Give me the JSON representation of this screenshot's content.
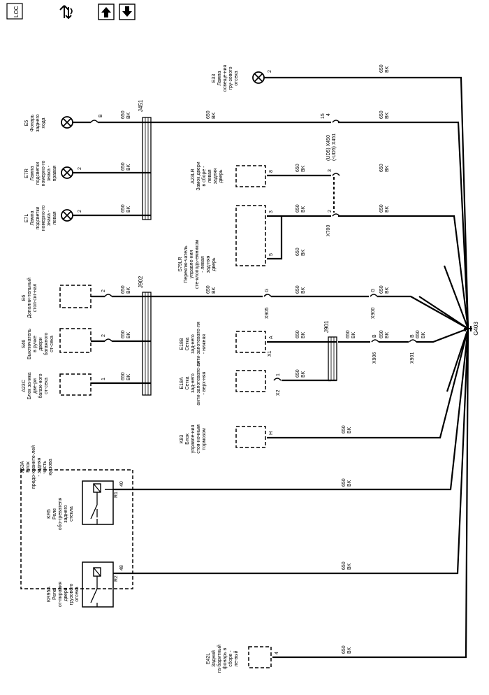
{
  "toolbar": {
    "loc_icon_text": "LOC",
    "icons": [
      "locator-icon",
      "flow-icon",
      "page-up-arrow-icon",
      "page-down-arrow-icon"
    ]
  },
  "ground": "G403",
  "wire": {
    "code": "650",
    "color": "BK"
  },
  "components": {
    "E33": {
      "ref": "E33",
      "name": "Лампа освеще-ния гру-зового отсека",
      "pin": "2"
    },
    "E5": {
      "ref": "E5",
      "name": "Фонарь заднего хода",
      "pin": "B"
    },
    "E7R": {
      "ref": "E7R",
      "name": "Лампа подсветки номерно-го знака - правая",
      "pin": "2"
    },
    "E7L": {
      "ref": "E7L",
      "name": "Лампа подсветки номерно-го знака - левая",
      "pin": "2"
    },
    "A23LR": {
      "ref": "A23LR",
      "name": "Замок двери в сборе - левая задняя дверь",
      "pin": "8"
    },
    "S79LR": {
      "ref": "S79LR",
      "name": "Переклю-чатель управле-ния сте-клоподъ-емником - левая зад-няя дверь",
      "pins": [
        "3",
        "5"
      ]
    },
    "E6": {
      "ref": "E6",
      "name": "Дополни-тельный стоп-сиг-нал",
      "pin": "2"
    },
    "S46": {
      "ref": "S46",
      "name": "Выключатель в ручке двери багажного от-сека",
      "pin": "2"
    },
    "A23C": {
      "ref": "A23C",
      "name": "Блок за-мка две-ри багаж-ного от-сека",
      "pin": "1"
    },
    "E18B": {
      "ref": "E18B",
      "name": "Сетка зад-него анти-запотевате-ля - нижняя",
      "pin": "A"
    },
    "E18A": {
      "ref": "E18A",
      "name": "Сетка зад-него анти-запотевате-ля - верх-няя",
      "pin": "1"
    },
    "K83": {
      "ref": "K83",
      "name": "Блок управле-ния стоя-ночным тормозом",
      "pin": "H"
    },
    "X53A": {
      "ref": "X53A",
      "name": "Блок предо-храните-лей - задняя часть ку-зова"
    },
    "KR5": {
      "ref": "KR5",
      "name": "Реле обо-гревателя заднего стекла",
      "pin": "R1",
      "pin_num": "40"
    },
    "KR95A": {
      "ref": "KR95A",
      "name": "Реле от-пирания двери грузового отсека",
      "pin": "R2",
      "pin_num": "48"
    },
    "E42L": {
      "ref": "E42L",
      "name": "Задний га-баритный фонарь в сборе - ле-вый",
      "pin": "4"
    }
  },
  "splices": {
    "J451": "J451",
    "J902": "J902",
    "J901": "J901"
  },
  "connectors": {
    "X450": "(UD5) X450",
    "X451": "(-UD5) X451",
    "X450_pins": [
      "15",
      "4"
    ],
    "X700": "X700",
    "X700_pins": [
      "3",
      "2"
    ],
    "X905": "X905",
    "X905_pin": "G",
    "X900": "X900",
    "X900_pin": "G",
    "X906": "X906",
    "X906_pin": "B",
    "X901": "X901",
    "X901_pin": "B",
    "X1": "X1",
    "X2": "X2"
  }
}
